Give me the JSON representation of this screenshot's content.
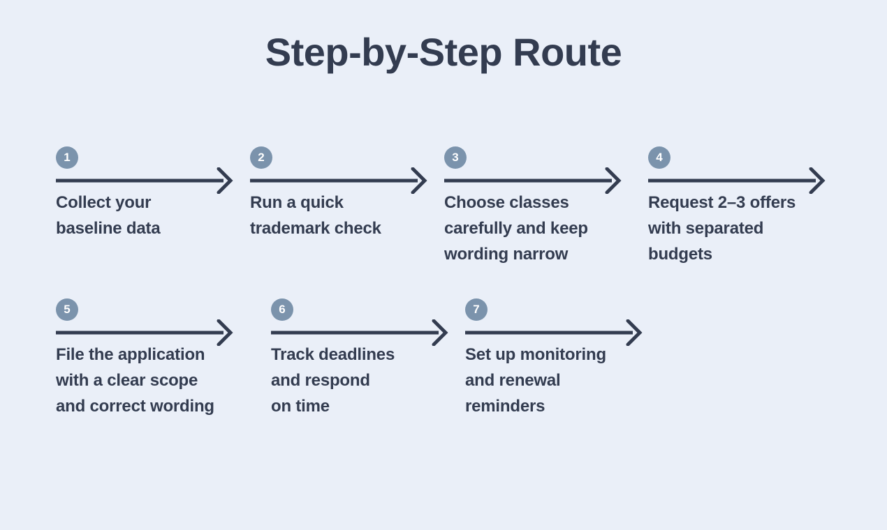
{
  "page": {
    "title": "Step-by-Step Route",
    "background_color": "#eaeff8",
    "text_color": "#333c50",
    "badge_color": "#7b93ac",
    "badge_text_color": "#ffffff",
    "arrow_color": "#333c50"
  },
  "steps": [
    {
      "number": "1",
      "label": "Collect your\nbaseline data",
      "arrow_icon": "arrow-right-icon"
    },
    {
      "number": "2",
      "label": "Run a quick\ntrademark check",
      "arrow_icon": "arrow-right-icon"
    },
    {
      "number": "3",
      "label": "Choose classes\ncarefully and keep\nwording narrow",
      "arrow_icon": "arrow-right-icon"
    },
    {
      "number": "4",
      "label": "Request 2–3 offers\nwith separated\nbudgets",
      "arrow_icon": "arrow-right-icon"
    },
    {
      "number": "5",
      "label": "File the application\nwith a clear scope\nand correct wording",
      "arrow_icon": "arrow-right-icon"
    },
    {
      "number": "6",
      "label": "Track deadlines\nand respond\non time",
      "arrow_icon": "arrow-right-icon"
    },
    {
      "number": "7",
      "label": "Set up monitoring\nand renewal\nreminders",
      "arrow_icon": "arrow-right-icon"
    }
  ]
}
